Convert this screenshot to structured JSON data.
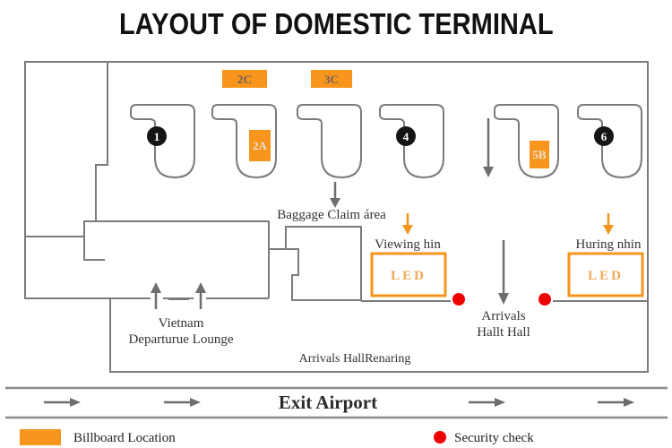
{
  "title": "LAYOUT OF DOMESTIC TERMINAL",
  "colors": {
    "billboard_orange": "#F7951D",
    "security_red": "#EE0000",
    "wall_gray": "#7b7b7b",
    "arrow_gray": "#6e6e6e",
    "text_dark": "#333333"
  },
  "billboards": {
    "b2c": "2C",
    "b3c": "3C",
    "b2a": "2A",
    "b5b": "5B"
  },
  "gate_numbers": {
    "g1": "1",
    "g4": "4",
    "g6": "6"
  },
  "labels": {
    "baggage_claim": "Baggage Claim área",
    "viewing": "Viewing hin",
    "huring": "Huring nhin",
    "led_left": "LED",
    "led_right": "LED",
    "arrivals_line1": "Arrivals",
    "arrivals_line2": "Hallt Hall",
    "vietnam_line1": "Vietnam",
    "vietnam_line2": "Departurue Lounge",
    "arrivals_hall": "Arrivals HallRenaring",
    "exit_airport": "Exit Airport"
  },
  "legend": {
    "billboard": "Billboard Location",
    "security": "Security check"
  }
}
